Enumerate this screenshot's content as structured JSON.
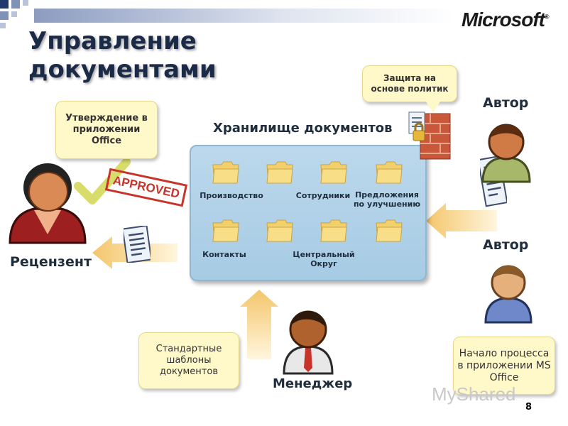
{
  "title": "Управление документами",
  "brand": "Microsoft",
  "brand_mark": "®",
  "repository": {
    "title": "Хранилище документов",
    "folders": [
      "Производство",
      "Сотрудники",
      "Предложения по улучшению",
      "Контакты",
      "Центральный Округ"
    ]
  },
  "callouts": {
    "approve": "Утверждение в приложении Office",
    "policy": "Защита на основе политик",
    "templates": "Стандартные шаблоны документов",
    "start": "Начало процесса в приложении MS Office"
  },
  "roles": {
    "reviewer": "Рецензент",
    "author1": "Автор",
    "author2": "Автор",
    "manager": "Менеджер"
  },
  "stamp": "APPROVED",
  "page_number": "8",
  "watermark": "MyShared"
}
